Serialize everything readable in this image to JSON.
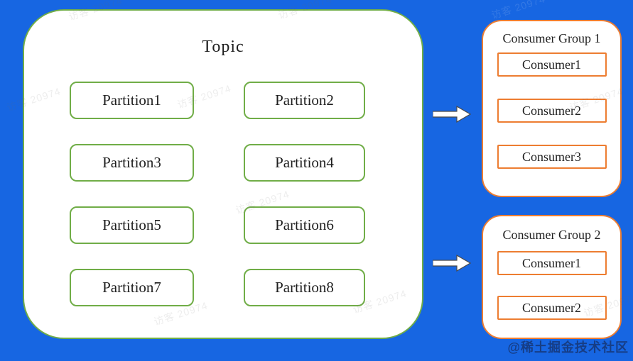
{
  "diagram": {
    "topic": {
      "title": "Topic",
      "partitions": [
        "Partition1",
        "Partition2",
        "Partition3",
        "Partition4",
        "Partition5",
        "Partition6",
        "Partition7",
        "Partition8"
      ]
    },
    "consumer_groups": [
      {
        "title": "Consumer Group 1",
        "consumers": [
          "Consumer1",
          "Consumer2",
          "Consumer3"
        ]
      },
      {
        "title": "Consumer Group 2",
        "consumers": [
          "Consumer1",
          "Consumer2"
        ]
      }
    ],
    "colors": {
      "background": "#1766e2",
      "topic_border": "#70ad47",
      "partition_border": "#70ad47",
      "consumer_border": "#ed7d31",
      "arrow_fill": "#ffffff",
      "arrow_outline": "#4a4a4a"
    },
    "watermark": "访客 20974",
    "credit": "@稀土掘金技术社区"
  }
}
